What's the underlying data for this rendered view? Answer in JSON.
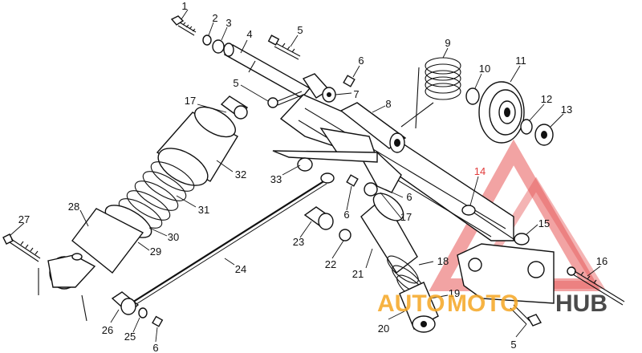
{
  "diagram": {
    "callouts": [
      {
        "id": "c1",
        "text": "1"
      },
      {
        "id": "c2",
        "text": "2"
      },
      {
        "id": "c3",
        "text": "3"
      },
      {
        "id": "c4",
        "text": "4"
      },
      {
        "id": "c5a",
        "text": "5"
      },
      {
        "id": "c6a",
        "text": "6"
      },
      {
        "id": "c5b",
        "text": "5"
      },
      {
        "id": "c7",
        "text": "7"
      },
      {
        "id": "c8",
        "text": "8"
      },
      {
        "id": "c9",
        "text": "9"
      },
      {
        "id": "c10",
        "text": "10"
      },
      {
        "id": "c11",
        "text": "11"
      },
      {
        "id": "c12",
        "text": "12"
      },
      {
        "id": "c13",
        "text": "13"
      },
      {
        "id": "c14",
        "text": "14"
      },
      {
        "id": "c15",
        "text": "15"
      },
      {
        "id": "c16",
        "text": "16"
      },
      {
        "id": "c17a",
        "text": "17"
      },
      {
        "id": "c17b",
        "text": "17"
      },
      {
        "id": "c6b",
        "text": "6"
      },
      {
        "id": "c6c",
        "text": "6"
      },
      {
        "id": "c32",
        "text": "32"
      },
      {
        "id": "c33",
        "text": "33"
      },
      {
        "id": "c31",
        "text": "31"
      },
      {
        "id": "c28",
        "text": "28"
      },
      {
        "id": "c27",
        "text": "27"
      },
      {
        "id": "c30",
        "text": "30"
      },
      {
        "id": "c29",
        "text": "29"
      },
      {
        "id": "c24",
        "text": "24"
      },
      {
        "id": "c23",
        "text": "23"
      },
      {
        "id": "c22",
        "text": "22"
      },
      {
        "id": "c21",
        "text": "21"
      },
      {
        "id": "c18",
        "text": "18"
      },
      {
        "id": "c19",
        "text": "19"
      },
      {
        "id": "c20",
        "text": "20"
      },
      {
        "id": "c26",
        "text": "26"
      },
      {
        "id": "c25",
        "text": "25"
      },
      {
        "id": "c6d",
        "text": "6"
      },
      {
        "id": "c5c",
        "text": "5"
      }
    ]
  },
  "watermark": {
    "word1": "AUTO",
    "word2": "MOTO",
    "word3": "HUB",
    "color_red": "#e23b3b",
    "color_orange": "#f5a623",
    "color_dark": "#2b2b2b"
  }
}
